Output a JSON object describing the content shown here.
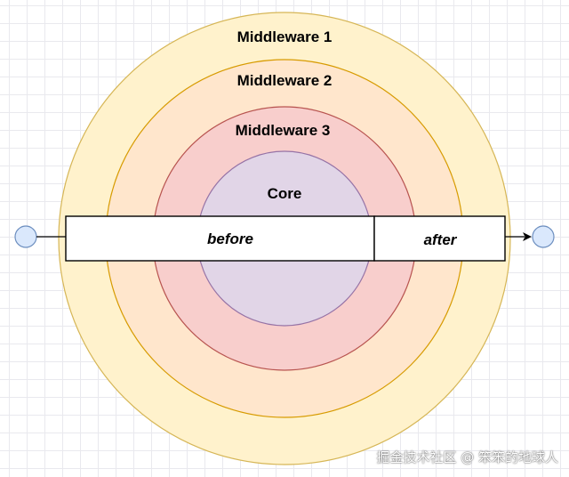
{
  "layers": [
    {
      "label": "Middleware 1",
      "fill": "#fff2cc",
      "stroke": "#d6b656"
    },
    {
      "label": "Middleware 2",
      "fill": "#ffe6cc",
      "stroke": "#d79b00"
    },
    {
      "label": "Middleware 3",
      "fill": "#f8cecc",
      "stroke": "#b85450"
    },
    {
      "label": "Core",
      "fill": "#e1d5e7",
      "stroke": "#9673a6"
    }
  ],
  "flow": {
    "before_label": "before",
    "after_label": "after"
  },
  "endpoints": {
    "fill": "#dae8fc",
    "stroke": "#6c8ebf"
  },
  "watermark": "掘金技术社区 @ 笨笨的地球人"
}
